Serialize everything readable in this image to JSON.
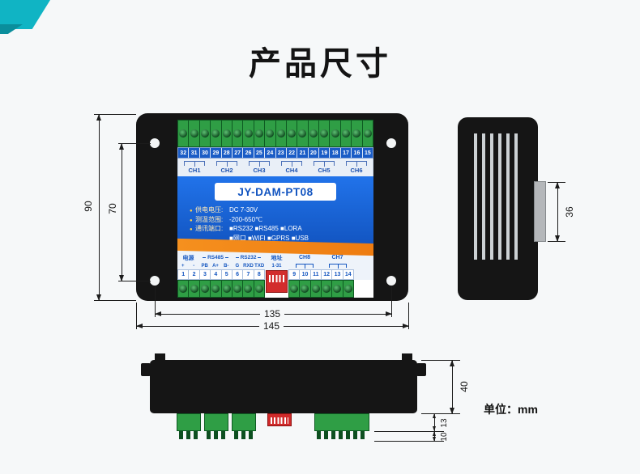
{
  "page": {
    "title": "产品尺寸",
    "unit_label": "单位：mm"
  },
  "front_view": {
    "model": "JY-DAM-PT08",
    "top_terminal_numbers": [
      "32",
      "31",
      "30",
      "29",
      "28",
      "27",
      "26",
      "25",
      "24",
      "23",
      "22",
      "21",
      "20",
      "19",
      "18",
      "17",
      "16",
      "15"
    ],
    "top_channels": [
      "CH1",
      "CH2",
      "CH3",
      "CH4",
      "CH5",
      "CH6"
    ],
    "specs": [
      {
        "bullet": "●",
        "label": "供电电压:",
        "value": "DC 7-30V"
      },
      {
        "bullet": "●",
        "label": "测温范围:",
        "value": "-200-650℃"
      },
      {
        "bullet": "●",
        "label": "通讯端口:",
        "value": "■RS232 ■RS485 ■LORA"
      },
      {
        "bullet": "",
        "label": "",
        "value": "■网口 ■WIFI ■GPRS ■USB"
      }
    ],
    "bottom_panel": {
      "power_label": "电源",
      "power_pins": [
        "+",
        "-"
      ],
      "rs485_label": "RS485",
      "rs485_pins": [
        "PB",
        "A+",
        "B-"
      ],
      "rs232_label": "RS232",
      "rs232_pins": [
        "G",
        "RXD",
        "TXD"
      ],
      "address_label": "地址",
      "address_range": "1-31",
      "ch8_label": "CH8",
      "ch7_label": "CH7",
      "left_terminal_numbers": [
        "1",
        "2",
        "3",
        "4",
        "5",
        "6",
        "7",
        "8"
      ],
      "right_terminal_numbers": [
        "9",
        "10",
        "11",
        "12",
        "13",
        "14"
      ]
    }
  },
  "dimensions": {
    "front_outer_height": "90",
    "front_hole_spacing_v": "70",
    "front_hole_spacing_h": "135",
    "front_outer_width": "145",
    "side_clip_height": "36",
    "bottom_body_height": "40",
    "bottom_terminal_height": "13",
    "bottom_pin_height": "10"
  }
}
